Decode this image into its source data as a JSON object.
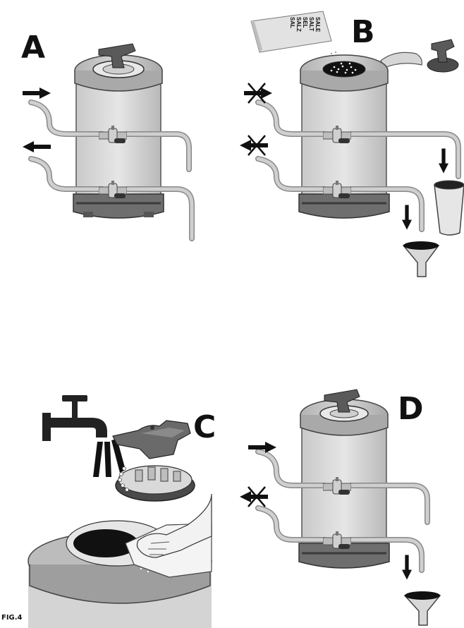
{
  "figure_label": "FIG.4",
  "panels": [
    {
      "id": "A",
      "label": "A"
    },
    {
      "id": "B",
      "label": "B"
    },
    {
      "id": "C",
      "label": "C"
    },
    {
      "id": "D",
      "label": "D"
    }
  ],
  "salt_box": {
    "lines": [
      "SALE",
      "SALT",
      "SEL",
      "SALZ",
      "SAL"
    ]
  },
  "colors": {
    "tank_body": "#dcdcdc",
    "tank_top": "#c8c8c8",
    "base": "#6e6e6e",
    "hose": "#bdbdbd",
    "ink": "#111111"
  }
}
